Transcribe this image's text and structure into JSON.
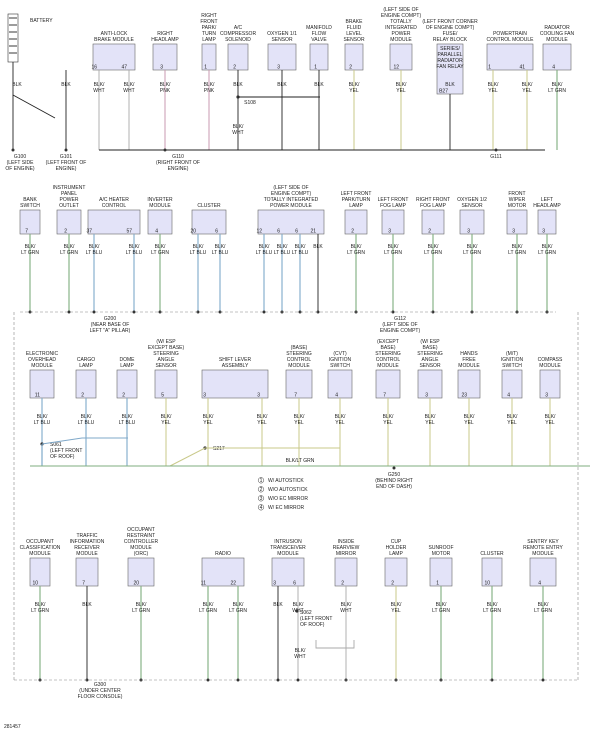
{
  "figure_id": "281457",
  "battery": {
    "label": "BATTERY",
    "wire": "BLK",
    "ground": "G100",
    "ground_note": [
      "(LEFT SIDE",
      "OF ENGINE)"
    ]
  },
  "g101": {
    "id": "G101",
    "note": [
      "(LEFT FRONT OF",
      "ENGINE)"
    ],
    "wire": "BLK"
  },
  "g110": {
    "id": "G110",
    "note": [
      "(RIGHT FRONT OF",
      "ENGINE)"
    ]
  },
  "g111": {
    "id": "G111"
  },
  "g200": {
    "id": "G200",
    "note": [
      "(NEAR BASE OF",
      "LEFT \"A\" PILLAR)"
    ]
  },
  "g112": {
    "id": "G112",
    "note": [
      "(LEFT SIDE OF",
      "ENGINE COMPT)"
    ]
  },
  "g250": {
    "id": "G250",
    "note": [
      "(BEHIND RIGHT",
      "END OF DASH)"
    ]
  },
  "g300": {
    "id": "G300",
    "note": [
      "(UNDER CENTER",
      "FLOOR CONSOLE)"
    ]
  },
  "s108": "S108",
  "s061": {
    "id": "S061",
    "note": [
      "(LEFT FRONT",
      "OF ROOF)"
    ]
  },
  "s062": {
    "id": "S062",
    "note": [
      "(LEFT FRONT",
      "OF ROOF)"
    ]
  },
  "s217": "S217",
  "bus_wire": "BLK/LT GRN",
  "legend": [
    {
      "n": "1",
      "text": "W/ AUTOSTICK"
    },
    {
      "n": "2",
      "text": "W/O AUTOSTICK"
    },
    {
      "n": "3",
      "text": "W/O EC MIRROR"
    },
    {
      "n": "4",
      "text": "W/ EC MIRROR"
    }
  ],
  "row1": [
    {
      "label": [
        "ANTI-LOCK",
        "BRAKE MODULE"
      ],
      "pins": [
        "16",
        "47"
      ],
      "wires": [
        "BLK/ WHT",
        "BLK/ WHT"
      ]
    },
    {
      "label": [
        "RIGHT",
        "HEADLAMP"
      ],
      "pins": [
        "3"
      ],
      "wires": [
        "BLK/ PNK"
      ]
    },
    {
      "label": [
        "RIGHT",
        "FRONT",
        "PARK/",
        "TURN",
        "LAMP"
      ],
      "pins": [
        "1"
      ],
      "wires": [
        "BLK/ PNK"
      ]
    },
    {
      "label": [
        "A/C",
        "COMPRESSOR",
        "SOLENOID"
      ],
      "pins": [
        "2"
      ],
      "wires": [
        "BLK"
      ]
    },
    {
      "label": [
        "OXYGEN 1/1",
        "SENSOR"
      ],
      "pins": [
        "3"
      ],
      "wires": [
        "BLK"
      ]
    },
    {
      "label": [
        "MANIFOLD",
        "FLOW",
        "VALVE"
      ],
      "pins": [
        "1"
      ],
      "wires": [
        "BLK"
      ]
    },
    {
      "label": [
        "BRAKE",
        "FLUID",
        "LEVEL",
        "SENSOR"
      ],
      "pins": [
        "2"
      ],
      "wires": [
        "BLK/ YEL"
      ]
    },
    {
      "label": [
        "(LEFT SIDE OF",
        "ENGINE COMPT)",
        "TOTALLY",
        "INTEGRATED",
        "POWER",
        "MODULE"
      ],
      "pins": [
        "12"
      ],
      "wires": [
        "BLK/ YEL"
      ]
    },
    {
      "label": [
        "(LEFT FRONT CORNER",
        "OF ENGINE COMPT)",
        "FUSE/",
        "RELAY BLOCK"
      ],
      "inner": [
        "SERIES/",
        "PARALLEL",
        "RADIATOR",
        "FAN RELAY"
      ],
      "pins": [
        "B27"
      ],
      "wires": [
        "BLK"
      ]
    },
    {
      "label": [
        "POWERTRAIN",
        "CONTROL MODULE"
      ],
      "pins": [
        "1",
        "41"
      ],
      "wires": [
        "BLK/ YEL",
        "BLK/ YEL"
      ]
    },
    {
      "label": [
        "RADIATOR",
        "COOLING FAN",
        "MODULE"
      ],
      "pins": [
        "4"
      ],
      "wires": [
        "BLK/ LT GRN"
      ]
    }
  ],
  "s108_wire": "BLK/ WHT",
  "row2": [
    {
      "label": [
        "BANK",
        "SWITCH"
      ],
      "pins": [
        "7"
      ],
      "wires": [
        "BLK/ LT GRN"
      ]
    },
    {
      "label": [
        "INSTRUMENT",
        "PANEL",
        "POWER",
        "OUTLET"
      ],
      "pins": [
        "2"
      ],
      "wires": [
        "BLK/ LT GRN"
      ]
    },
    {
      "label": [
        "A/C HEATER",
        "CONTROL"
      ],
      "pins": [
        "37",
        "57"
      ],
      "wires": [
        "BLK/ LT BLU",
        "BLK/ LT BLU"
      ]
    },
    {
      "label": [
        "INVERTER",
        "MODULE"
      ],
      "pins": [
        "4"
      ],
      "wires": [
        "BLK/ LT GRN"
      ]
    },
    {
      "label": [
        "CLUSTER"
      ],
      "pins": [
        "20",
        "6"
      ],
      "wires": [
        "BLK/ LT BLU",
        "BLK/ LT BLU"
      ]
    },
    {
      "label": [
        "(LEFT SIDE OF",
        "ENGINE COMPT)",
        "TOTALLY INTEGRATED",
        "POWER MODULE"
      ],
      "pins": [
        "12",
        "6",
        "6",
        "21"
      ],
      "wires": [
        "BLK/ LT BLU",
        "BLK/ LT BLU",
        "BLK/ LT BLU",
        "BLK"
      ]
    },
    {
      "label": [
        "LEFT FRONT",
        "PARK/TURN",
        "LAMP"
      ],
      "pins": [
        "2"
      ],
      "wires": [
        "BLK/ LT GRN"
      ]
    },
    {
      "label": [
        "LEFT FRONT",
        "FOG LAMP"
      ],
      "pins": [
        "3"
      ],
      "wires": [
        "BLK/ LT GRN"
      ]
    },
    {
      "label": [
        "RIGHT FRONT",
        "FOG LAMP"
      ],
      "pins": [
        "2"
      ],
      "wires": [
        "BLK/ LT GRN"
      ]
    },
    {
      "label": [
        "OXYGEN 1/2",
        "SENSOR"
      ],
      "pins": [
        "3"
      ],
      "wires": [
        "BLK/ LT GRN"
      ]
    },
    {
      "label": [
        "FRONT",
        "WIPER",
        "MOTOR"
      ],
      "pins": [
        "3"
      ],
      "wires": [
        "BLK/ LT GRN"
      ]
    },
    {
      "label": [
        "LEFT",
        "HEADLAMP"
      ],
      "pins": [
        "3"
      ],
      "wires": [
        "BLK/ LT GRN"
      ]
    }
  ],
  "row3": [
    {
      "label": [
        "ELECTRONIC",
        "OVERHEAD",
        "MODULE"
      ],
      "pins": [
        "11"
      ],
      "wires": [
        "BLK/ LT BLU"
      ]
    },
    {
      "label": [
        "CARGO",
        "LAMP"
      ],
      "pins": [
        "2"
      ],
      "wires": [
        "BLK/ LT BLU"
      ]
    },
    {
      "label": [
        "DOME",
        "LAMP"
      ],
      "pins": [
        "2"
      ],
      "wires": [
        "BLK/ LT BLU"
      ]
    },
    {
      "label": [
        "(W/ ESP",
        "EXCEPT BASE)",
        "STEERING",
        "ANGLE",
        "SENSOR"
      ],
      "pins": [
        "5"
      ],
      "wires": [
        "BLK/ YEL"
      ]
    },
    {
      "label": [
        "SHIFT LEVER",
        "ASSEMBLY"
      ],
      "pins": [
        "3",
        "3"
      ],
      "wires": [
        "BLK/ YEL",
        "BLK/ YEL"
      ]
    },
    {
      "label": [
        "(BASE)",
        "STEERING",
        "CONTROL",
        "MODULE"
      ],
      "pins": [
        "7"
      ],
      "wires": [
        "BLK/ YEL"
      ]
    },
    {
      "label": [
        "(CVT)",
        "IGNITION",
        "SWITCH"
      ],
      "pins": [
        "4"
      ],
      "wires": [
        "BLK/ YEL"
      ]
    },
    {
      "label": [
        "(EXCEPT",
        "BASE)",
        "STEERING",
        "CONTROL",
        "MODULE"
      ],
      "pins": [
        "7"
      ],
      "wires": [
        "BLK/ YEL"
      ]
    },
    {
      "label": [
        "(W/ ESP",
        "BASE)",
        "STEERING",
        "ANGLE",
        "SENSOR"
      ],
      "pins": [
        "3"
      ],
      "wires": [
        "BLK/ YEL"
      ]
    },
    {
      "label": [
        "HANDS",
        "FREE",
        "MODULE"
      ],
      "pins": [
        "23"
      ],
      "wires": [
        "BLK/ YEL"
      ]
    },
    {
      "label": [
        "(M/T)",
        "IGNITION",
        "SWITCH"
      ],
      "pins": [
        "4"
      ],
      "wires": [
        "BLK/ YEL"
      ]
    },
    {
      "label": [
        "COMPASS",
        "MODULE"
      ],
      "pins": [
        "3"
      ],
      "wires": [
        "BLK/ YEL"
      ]
    }
  ],
  "row4": [
    {
      "label": [
        "OCCUPANT",
        "CLASSIFICATION",
        "MODULE"
      ],
      "pins": [
        "10"
      ],
      "wires": [
        "BLK/ LT GRN"
      ]
    },
    {
      "label": [
        "TRAFFIC",
        "INFORMATION",
        "RECEIVER",
        "MODULE"
      ],
      "pins": [
        "7"
      ],
      "wires": [
        "BLK"
      ]
    },
    {
      "label": [
        "OCCUPANT",
        "RESTRAINT",
        "CONTROLLER",
        "MODULE",
        "(ORC)"
      ],
      "pins": [
        "20"
      ],
      "wires": [
        "BLK/ LT GRN"
      ]
    },
    {
      "label": [
        "RADIO"
      ],
      "pins": [
        "11",
        "22"
      ],
      "wires": [
        "BLK/ LT GRN",
        "BLK/ LT GRN"
      ]
    },
    {
      "label": [
        "INTRUSION",
        "TRANSCEIVER",
        "MODULE"
      ],
      "pins": [
        "3",
        "6"
      ],
      "wires": [
        "BLK",
        "BLK/ WHT"
      ]
    },
    {
      "label": [
        "INSIDE",
        "REARVIEW",
        "MIRROR"
      ],
      "pins": [
        "2"
      ],
      "wires": [
        "BLK/ WHT"
      ]
    },
    {
      "label": [
        "CUP",
        "HOLDER",
        "LAMP"
      ],
      "pins": [
        "2"
      ],
      "wires": [
        "BLK/ YEL"
      ]
    },
    {
      "label": [
        "SUNROOF",
        "MOTOR"
      ],
      "pins": [
        "1"
      ],
      "wires": [
        "BLK/ LT GRN"
      ]
    },
    {
      "label": [
        "CLUSTER"
      ],
      "pins": [
        "10"
      ],
      "wires": [
        "BLK/ LT GRN"
      ]
    },
    {
      "label": [
        "SENTRY KEY",
        "REMOTE ENTRY",
        "MODULE"
      ],
      "pins": [
        "4"
      ],
      "wires": [
        "BLK/ LT GRN"
      ]
    }
  ],
  "s062_wire": "BLK/ WHT"
}
